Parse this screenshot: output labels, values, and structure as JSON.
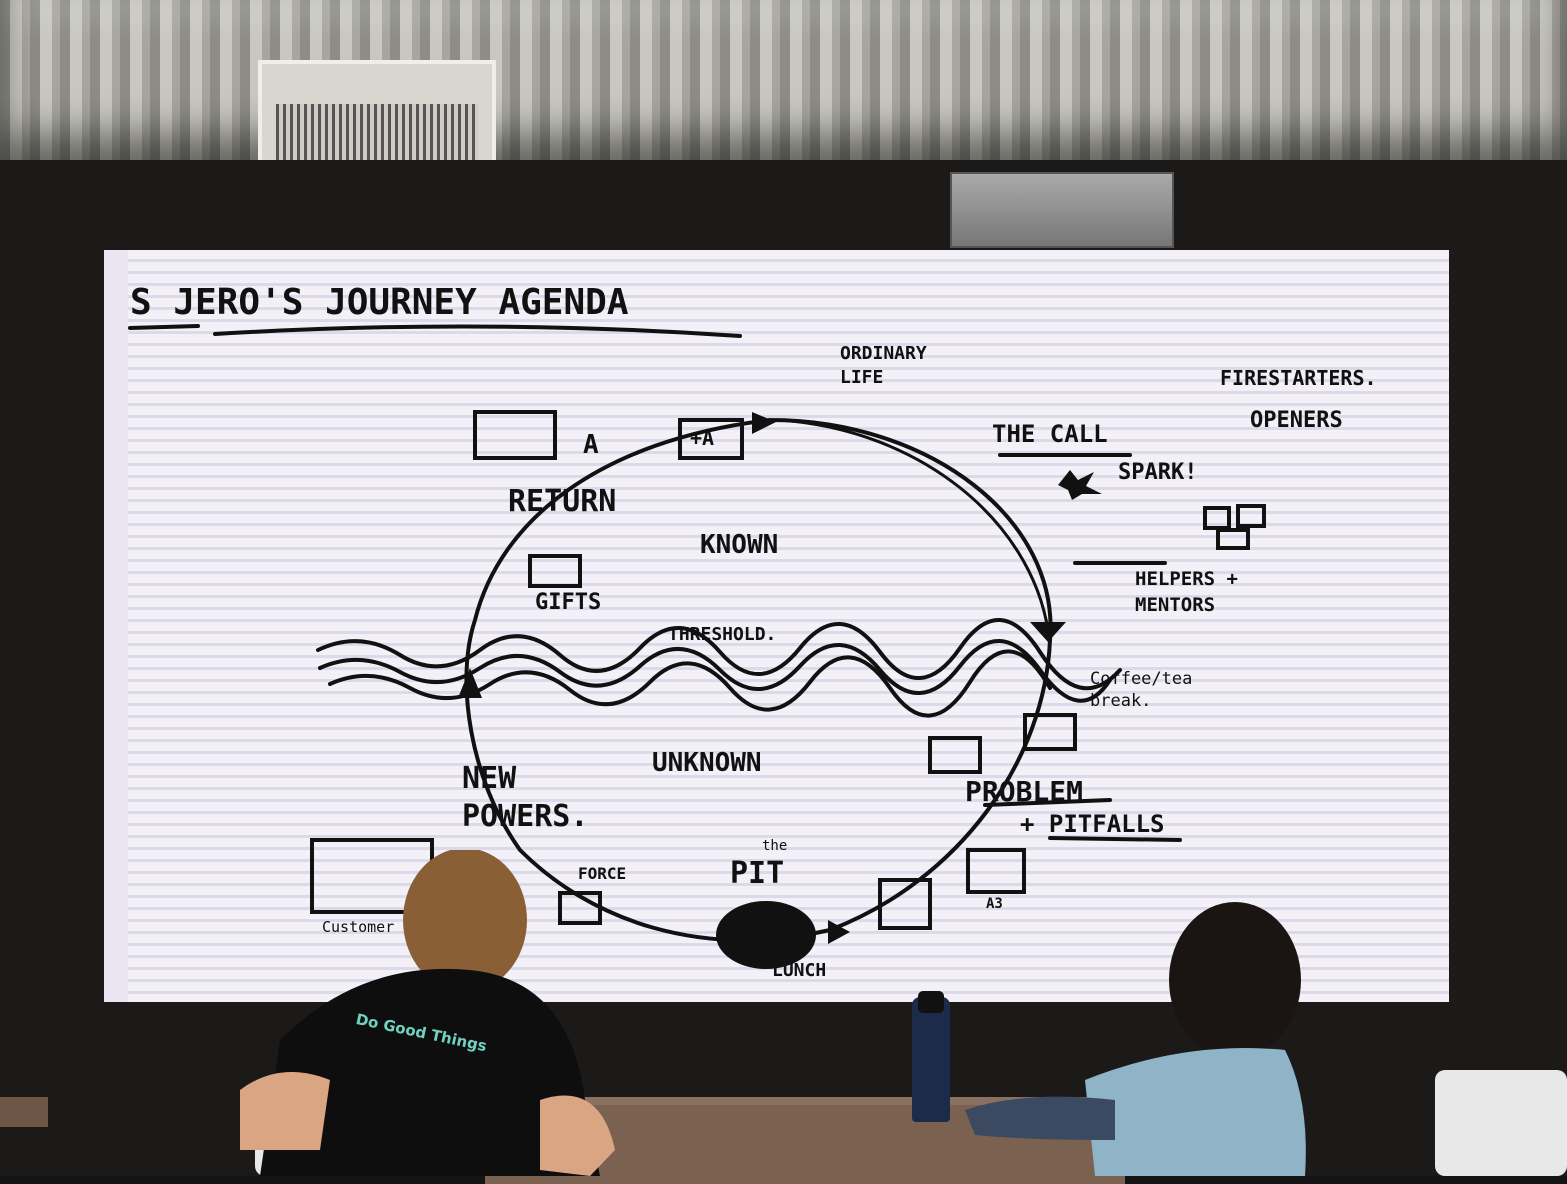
{
  "scene": {
    "description": "Workshop room with a large LED screen showing a hand-drawn hero's journey agenda; two people seated at a table watching",
    "colors": {
      "screen_bg": "#f3f0f7",
      "ink": "#111111",
      "shirt_text": "#6fd1c0",
      "bottle": "#1d2b4a"
    }
  },
  "whiteboard": {
    "title": "S JERO'S JOURNEY AGENDA",
    "labels": {
      "ordinary_life": "ORDINARY LIFE",
      "firestarters": "FIRESTARTERS.",
      "openers": "OPENERS",
      "the_call": "THE CALL",
      "spark": "SPARK!",
      "helpers_mentors": "HELPERS + MENTORS",
      "return": "RETURN",
      "known": "KNOWN",
      "gifts": "GIFTS",
      "threshold": "THRESHOLD.",
      "coffee_break": "Coffee/tea break.",
      "unknown": "UNKNOWN",
      "new_powers": "NEW POWERS.",
      "problem": "PROBLEM",
      "pitfalls": "+ PITFALLS",
      "force": "FORCE",
      "the": "the",
      "pit": "PIT",
      "lunch": "LUNCH",
      "a3": "A3",
      "customer": "Customer",
      "a_glyph": "A",
      "plus_a": "+A"
    }
  },
  "people": {
    "shirt_text": "Do Good Things"
  }
}
